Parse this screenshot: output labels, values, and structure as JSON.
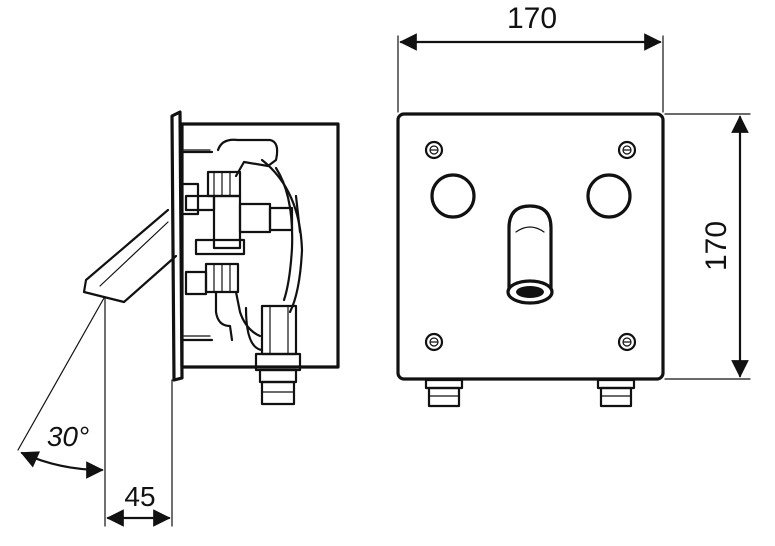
{
  "dimensions": {
    "front_width": "170",
    "front_height": "170",
    "side_projection": "45",
    "spout_angle": "30°"
  },
  "colors": {
    "line": "#111111",
    "background": "#ffffff"
  }
}
